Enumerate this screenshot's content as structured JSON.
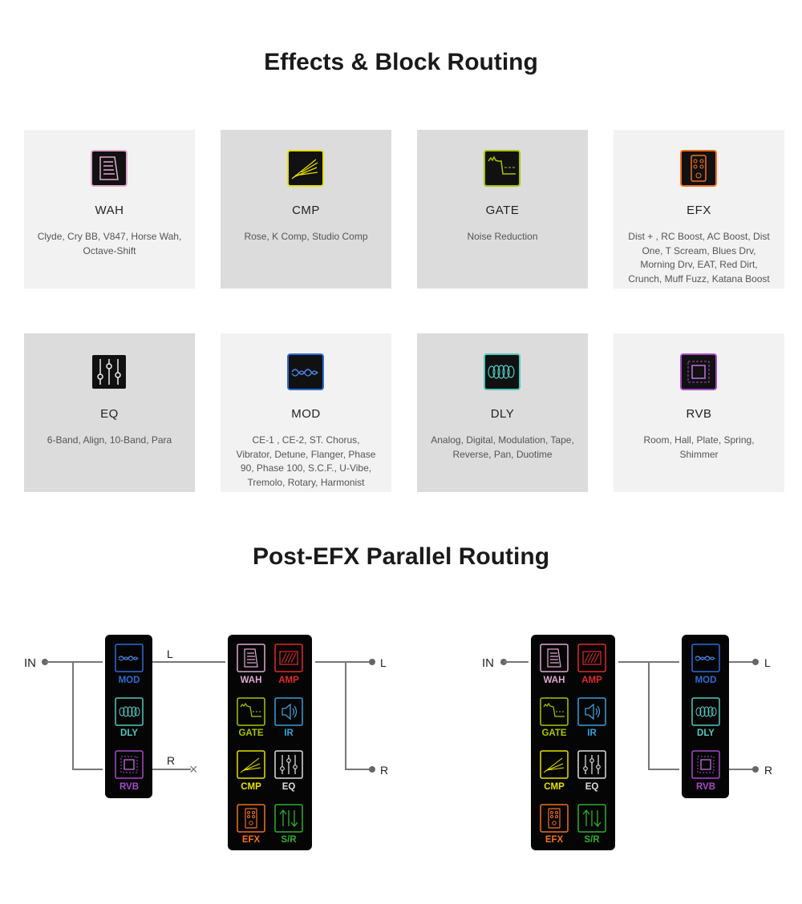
{
  "titles": {
    "effects": "Effects & Block Routing",
    "parallel": "Post-EFX Parallel Routing"
  },
  "colors": {
    "WAH": "#e0a8d0",
    "CMP": "#e6e000",
    "GATE": "#aac400",
    "EFX": "#f07020",
    "EQ": "#dddddd",
    "MOD": "#2e6bd6",
    "DLY": "#54c8c0",
    "RVB": "#a64ac8",
    "AMP": "#e02a2a",
    "IR": "#3aa0d8",
    "SR": "#2eb02e"
  },
  "cards": [
    {
      "name": "WAH",
      "desc": "Clyde, Cry BB, V847, Horse Wah, Octave-Shift"
    },
    {
      "name": "CMP",
      "desc": "Rose, K Comp, Studio Comp"
    },
    {
      "name": "GATE",
      "desc": "Noise Reduction"
    },
    {
      "name": "EFX",
      "desc": "Dist + , RC Boost, AC Boost, Dist One, T Scream, Blues Drv, Morning Drv, EAT, Red Dirt, Crunch, Muff Fuzz, Katana Boost"
    },
    {
      "name": "EQ",
      "desc": "6-Band, Align, 10-Band, Para"
    },
    {
      "name": "MOD",
      "desc": "CE-1 , CE-2, ST. Chorus, Vibrator, Detune, Flanger, Phase 90, Phase 100, S.C.F., U-Vibe, Tremolo, Rotary, Harmonist"
    },
    {
      "name": "DLY",
      "desc": "Analog, Digital, Modulation, Tape, Reverse, Pan, Duotime"
    },
    {
      "name": "RVB",
      "desc": "Room, Hall, Plate, Spring, Shimmer"
    }
  ],
  "diagram": {
    "in_label": "IN",
    "l_label": "L",
    "r_label": "R",
    "x_mark": "×",
    "par_blocks": [
      "MOD",
      "DLY",
      "RVB"
    ],
    "chain_left": [
      "WAH",
      "GATE",
      "CMP",
      "EFX"
    ],
    "chain_right": [
      "AMP",
      "IR",
      "EQ",
      "S/R"
    ]
  }
}
